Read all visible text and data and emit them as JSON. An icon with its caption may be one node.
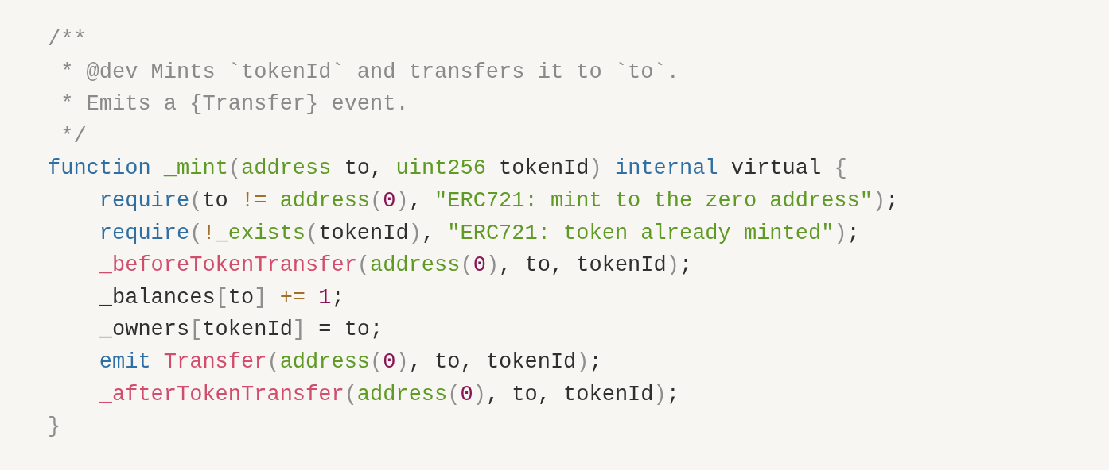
{
  "diagram": {
    "labels": [
      "/**",
      "* @dev Mints `tokenId` and transfers it to `to`.",
      "* Emits a {Transfer} event.",
      "*/",
      "function _mint(address to, uint256 tokenId) internal virtual {",
      "require(to != address(0), \"ERC721: mint to the zero address\");",
      "require(!_exists(tokenId), \"ERC721: token already minted\");",
      "_beforeTokenTransfer(address(0), to, tokenId);",
      "_balances[to] += 1;",
      "_owners[tokenId] = to;",
      "emit Transfer(address(0), to, tokenId);",
      "_afterTokenTransfer(address(0), to, tokenId);",
      "}"
    ]
  }
}
